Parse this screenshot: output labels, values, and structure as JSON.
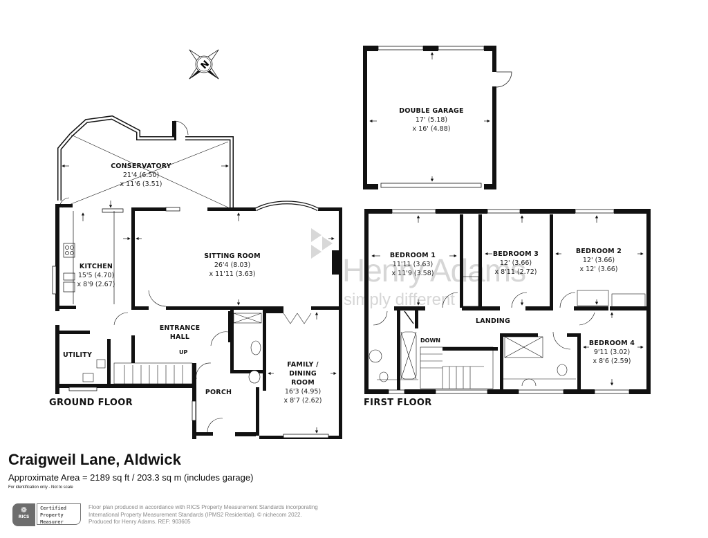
{
  "property": {
    "title": "Craigweil Lane, Aldwick",
    "area": "Approximate Area = 2189 sq ft / 203.3 sq m (includes garage)",
    "disclaimer": "For identification only - Not to scale"
  },
  "watermark": {
    "brand": "Henry Adams",
    "tagline": "simply different"
  },
  "compass": {
    "label": "N"
  },
  "floors": {
    "ground": {
      "label": "GROUND FLOOR",
      "rooms": [
        {
          "name": "CONSERVATORY",
          "dim1": "21'4 (6.50)",
          "dim2": "x 11'6 (3.51)"
        },
        {
          "name": "KITCHEN",
          "dim1": "15'5 (4.70)",
          "dim2": "x 8'9 (2.67)"
        },
        {
          "name": "SITTING ROOM",
          "dim1": "26'4 (8.03)",
          "dim2": "x 11'11 (3.63)"
        },
        {
          "name": "ENTRANCE",
          "name2": "HALL"
        },
        {
          "name": "UTILITY"
        },
        {
          "name": "PORCH"
        },
        {
          "name": "FAMILY /",
          "name2": "DINING",
          "name3": "ROOM",
          "dim1": "16'3 (4.95)",
          "dim2": "x 8'7 (2.62)"
        }
      ],
      "stairs_label": "UP"
    },
    "garage": {
      "rooms": [
        {
          "name": "DOUBLE GARAGE",
          "dim1": "17' (5.18)",
          "dim2": "x 16' (4.88)"
        }
      ]
    },
    "first": {
      "label": "FIRST FLOOR",
      "rooms": [
        {
          "name": "BEDROOM 1",
          "dim1": "11'11 (3.63)",
          "dim2": "x 11'9 (3.58)"
        },
        {
          "name": "BEDROOM 3",
          "dim1": "12' (3.66)",
          "dim2": "x 8'11 (2.72)"
        },
        {
          "name": "BEDROOM 2",
          "dim1": "12' (3.66)",
          "dim2": "x 12' (3.66)"
        },
        {
          "name": "LANDING"
        },
        {
          "name": "BEDROOM 4",
          "dim1": "9'11 (3.02)",
          "dim2": "x 8'6 (2.59)"
        }
      ],
      "stairs_label": "DOWN"
    }
  },
  "footer": {
    "badge": {
      "logo": "RICS",
      "line1": "Certified",
      "line2": "Property",
      "line3": "Measurer"
    },
    "credits_line1": "Floor plan produced in accordance with RICS Property Measurement Standards incorporating",
    "credits_line2": "International Property Measurement Standards (IPMS2 Residential).   © nichecom 2022.",
    "credits_line3": "Produced for Henry Adams.   REF:  903605"
  }
}
